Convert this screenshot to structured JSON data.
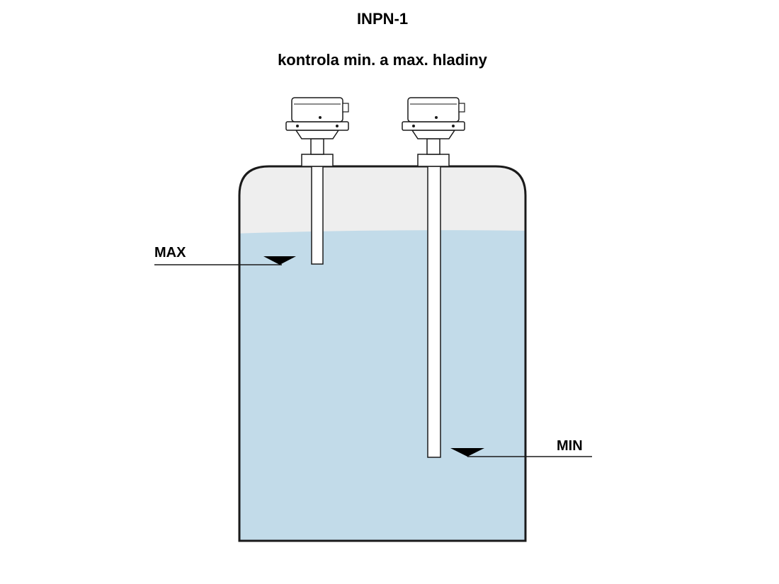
{
  "title": "INPN-1",
  "subtitle": "kontrola min. a max. hladiny",
  "levels": {
    "max_label": "MAX",
    "min_label": "MIN"
  },
  "colors": {
    "liquid": "#c2dbe9",
    "headspace": "#eeeeee",
    "outline": "#1a1a1a",
    "probe_fill": "#ffffff"
  }
}
